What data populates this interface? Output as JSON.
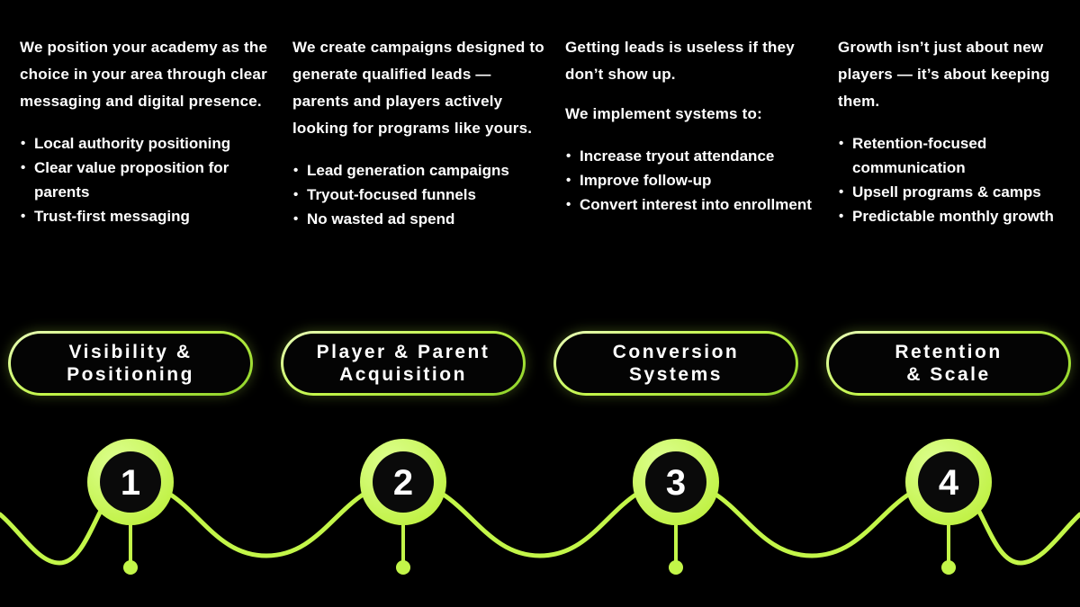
{
  "colors": {
    "background": "#000000",
    "accent": "#c3f649",
    "pill_fill": "#040404",
    "text": "#ffffff"
  },
  "steps": [
    {
      "number": "1",
      "pill_line1": "Visibility &",
      "pill_line2": "Positioning",
      "paragraph1": "We position your academy as the choice in your area through clear messaging and digital presence.",
      "paragraph2": "",
      "bullets": [
        "Local authority positioning",
        "Clear value proposition for parents",
        "Trust-first messaging"
      ]
    },
    {
      "number": "2",
      "pill_line1": "Player & Parent",
      "pill_line2": "Acquisition",
      "paragraph1": "We create campaigns designed to generate qualified leads — parents and players actively looking for programs like yours.",
      "paragraph2": "",
      "bullets": [
        "Lead generation campaigns",
        "Tryout-focused funnels",
        "No wasted ad spend"
      ]
    },
    {
      "number": "3",
      "pill_line1": "Conversion",
      "pill_line2": "Systems",
      "paragraph1": "Getting leads is useless if they don’t show up.",
      "paragraph2": "We implement systems to:",
      "bullets": [
        "Increase tryout attendance",
        "Improve follow-up",
        "Convert interest into enrollment"
      ]
    },
    {
      "number": "4",
      "pill_line1": "Retention",
      "pill_line2": "& Scale",
      "paragraph1": "Growth isn’t just about new players — it’s about keeping them.",
      "paragraph2": "",
      "bullets": [
        "Retention-focused communication",
        "Upsell programs & camps",
        "Predictable monthly growth"
      ]
    }
  ]
}
